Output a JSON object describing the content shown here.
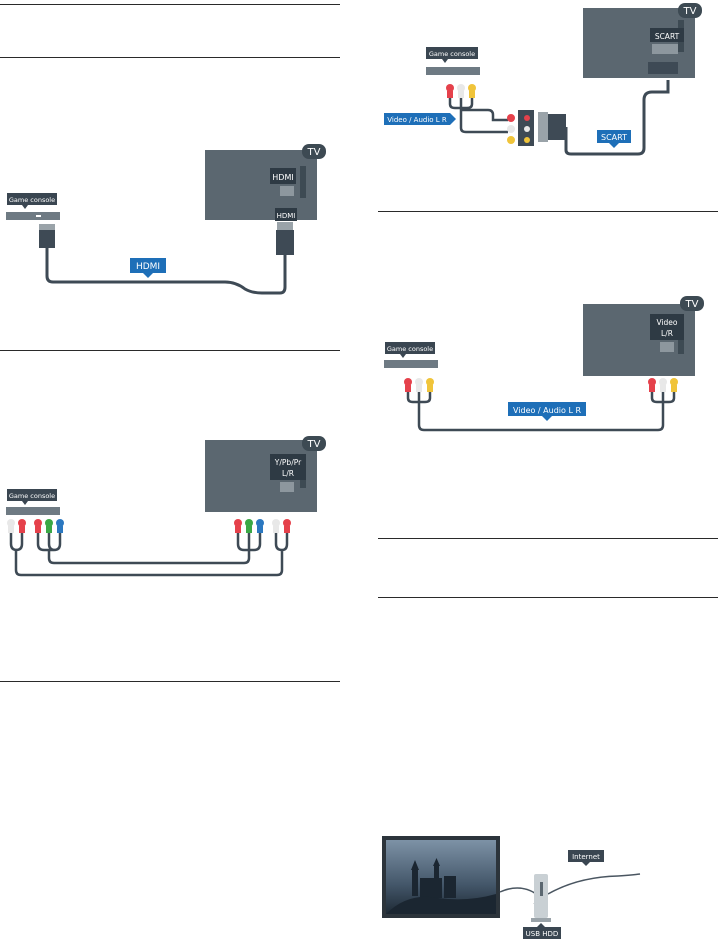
{
  "labels": {
    "tv": "TV",
    "game_console": "Game console",
    "hdmi": "HDMI",
    "ypbpr_line1": "Y/Pb/Pr",
    "ypbpr_line2": "L/R",
    "scart": "SCART",
    "video_audio": "Video / Audio L R",
    "video_line1": "Video",
    "video_line2": "L/R",
    "internet": "Internet",
    "usb_hdd": "USB HDD"
  },
  "colors": {
    "tv_body": "#5b6770",
    "tv_screen": "#4e5a63",
    "tv_badge": "#3d4a53",
    "callout": "#3a4651",
    "blue_label": "#1e6fb8",
    "cable": "#3e4a55",
    "red": "#e5414b",
    "green": "#3aa845",
    "blue": "#2b78c0",
    "white": "#e8e8e8",
    "yellow": "#f0c43a"
  }
}
